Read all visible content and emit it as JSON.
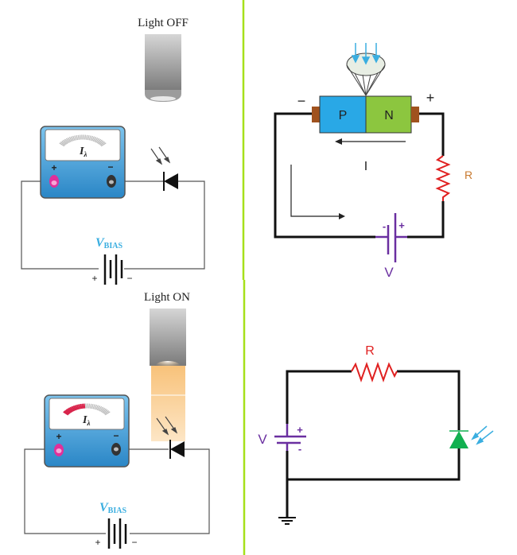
{
  "colors": {
    "divider": "#a6e01a",
    "wire": "#111111",
    "thin_wire": "#555555",
    "meter_body": "#3a9ad6",
    "meter_plus_terminal": "#e0309a",
    "meter_scale_active": "#d8234a",
    "bias_label": "#3aaee0",
    "p_region": "#29a8e6",
    "n_region": "#8cc63f",
    "contact": "#a0521e",
    "resistor": "#e02020",
    "resistor_label_top": "#c87a30",
    "battery": "#6a2fa0",
    "photodiode_green": "#12b050",
    "light_arrows": "#3aaee0",
    "light_beam": "#fbd39a"
  },
  "top_left": {
    "title": "Light OFF",
    "meter_label": "Iλ",
    "meter_label_main": "I",
    "meter_label_sub": "λ",
    "meter_plus": "+",
    "meter_minus": "−",
    "bias_label_main": "V",
    "bias_label_sub": "BIAS",
    "battery_plus": "+",
    "battery_minus": "−",
    "meter_deflection": 0.0
  },
  "bottom_left": {
    "title": "Light ON",
    "meter_label_main": "I",
    "meter_label_sub": "λ",
    "meter_plus": "+",
    "meter_minus": "−",
    "bias_label_main": "V",
    "bias_label_sub": "BIAS",
    "battery_plus": "+",
    "battery_minus": "−",
    "meter_deflection": 0.45
  },
  "top_right": {
    "p_label": "P",
    "n_label": "N",
    "minus_sign": "−",
    "plus_sign": "+",
    "current_label": "I",
    "resistor_label": "R",
    "battery_label": "V",
    "battery_minus": "-",
    "battery_plus": "+"
  },
  "bottom_right": {
    "resistor_label": "R",
    "battery_label": "V",
    "battery_plus": "+",
    "battery_minus": "-"
  }
}
